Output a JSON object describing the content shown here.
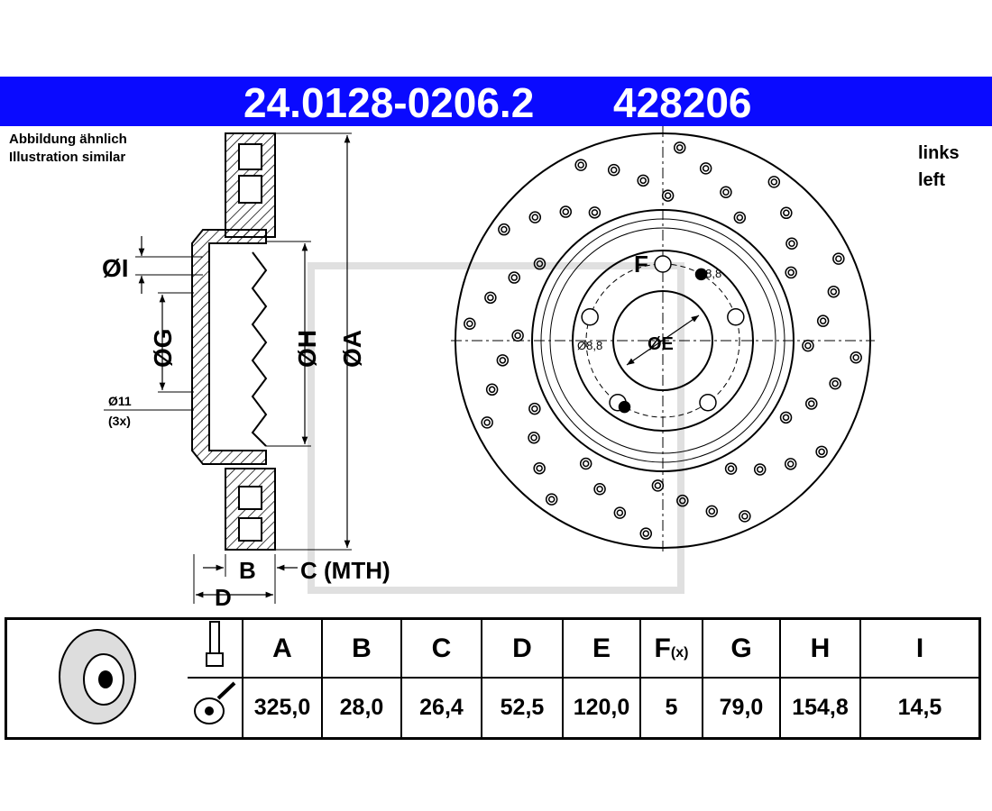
{
  "header": {
    "part_number": "24.0128-0206.2",
    "ref_number": "428206"
  },
  "note": {
    "line1": "Abbildung ähnlich",
    "line2": "Illustration similar"
  },
  "side": {
    "line1": "links",
    "line2": "left"
  },
  "labels": {
    "I": "ØI",
    "G": "ØG",
    "H": "ØH",
    "A": "ØA",
    "hole": "Ø11",
    "hole_count": "(3x)",
    "B": "B",
    "C": "C (MTH)",
    "D": "D",
    "F": "F",
    "E": "ØE",
    "bolt1": "Ø8,8",
    "bolt2": "Ø8,8"
  },
  "table": {
    "headers": [
      "A",
      "B",
      "C",
      "D",
      "E",
      "F",
      "G",
      "H",
      "I"
    ],
    "f_suffix": "(x)",
    "values": [
      "325,0",
      "28,0",
      "26,4",
      "52,5",
      "120,0",
      "5",
      "79,0",
      "154,8",
      "14,5"
    ]
  }
}
